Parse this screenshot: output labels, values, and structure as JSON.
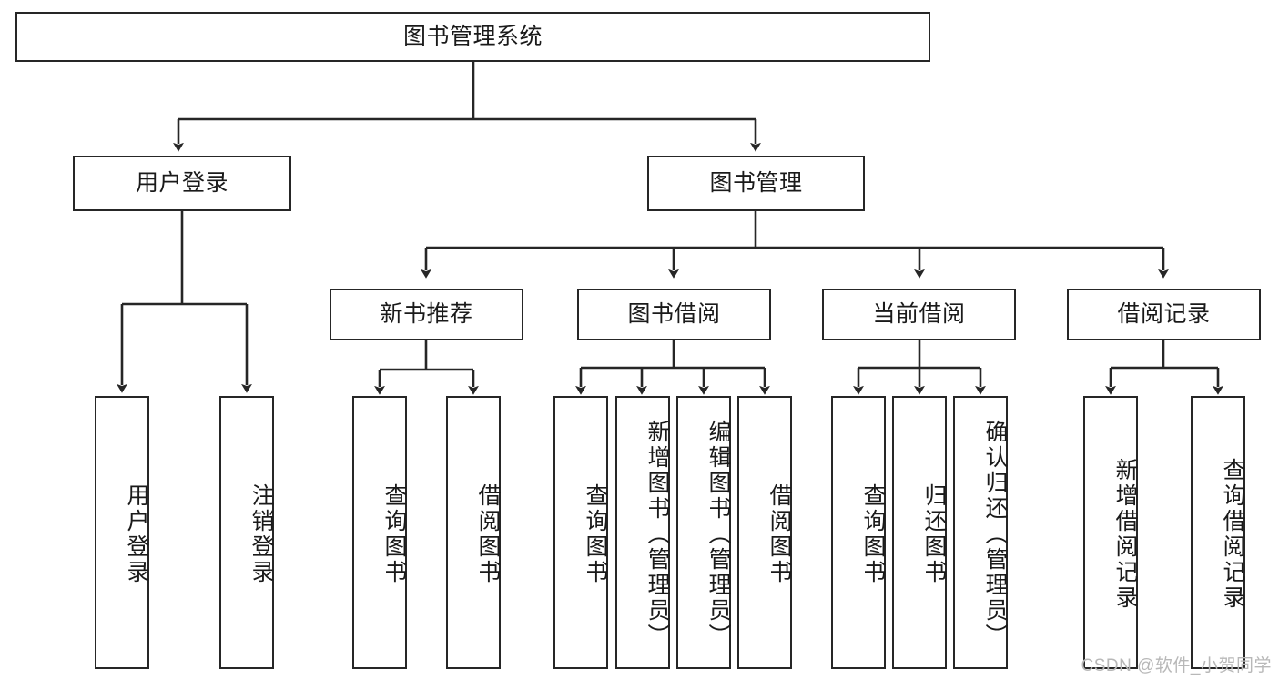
{
  "diagram": {
    "type": "tree-hierarchy",
    "title": "图书管理系统",
    "root": {
      "label": "图书管理系统"
    },
    "level2": [
      {
        "id": "user-login",
        "label": "用户登录"
      },
      {
        "id": "book-management",
        "label": "图书管理"
      }
    ],
    "level3": [
      {
        "id": "new-book-recommend",
        "label": "新书推荐",
        "parent": "book-management"
      },
      {
        "id": "book-borrow",
        "label": "图书借阅",
        "parent": "book-management"
      },
      {
        "id": "current-borrow",
        "label": "当前借阅",
        "parent": "book-management"
      },
      {
        "id": "borrow-record",
        "label": "借阅记录",
        "parent": "book-management"
      }
    ],
    "leaves": [
      {
        "id": "leaf-user-login",
        "label": "用户登录",
        "parent": "user-login"
      },
      {
        "id": "leaf-logout-login",
        "label": "注销登录",
        "parent": "user-login"
      },
      {
        "id": "leaf-query-book-1",
        "label": "查询图书",
        "parent": "new-book-recommend"
      },
      {
        "id": "leaf-borrow-book-1",
        "label": "借阅图书",
        "parent": "new-book-recommend"
      },
      {
        "id": "leaf-query-book-2",
        "label": "查询图书",
        "parent": "book-borrow"
      },
      {
        "id": "leaf-add-book",
        "label": "新增图书（管理员）",
        "parent": "book-borrow"
      },
      {
        "id": "leaf-edit-book",
        "label": "编辑图书（管理员）",
        "parent": "book-borrow"
      },
      {
        "id": "leaf-borrow-book-2",
        "label": "借阅图书",
        "parent": "book-borrow"
      },
      {
        "id": "leaf-query-book-3",
        "label": "查询图书",
        "parent": "current-borrow"
      },
      {
        "id": "leaf-return-book",
        "label": "归还图书",
        "parent": "current-borrow"
      },
      {
        "id": "leaf-confirm-return",
        "label": "确认归还（管理员）",
        "parent": "current-borrow"
      },
      {
        "id": "leaf-add-record",
        "label": "新增借阅记录",
        "parent": "borrow-record"
      },
      {
        "id": "leaf-query-record",
        "label": "查询借阅记录",
        "parent": "borrow-record"
      }
    ],
    "watermark": "CSDN @软件_小贺同学",
    "colors": {
      "stroke": "#262626",
      "background": "#ffffff",
      "text": "#1a1a1a",
      "watermark": "#b8b8b8"
    }
  }
}
